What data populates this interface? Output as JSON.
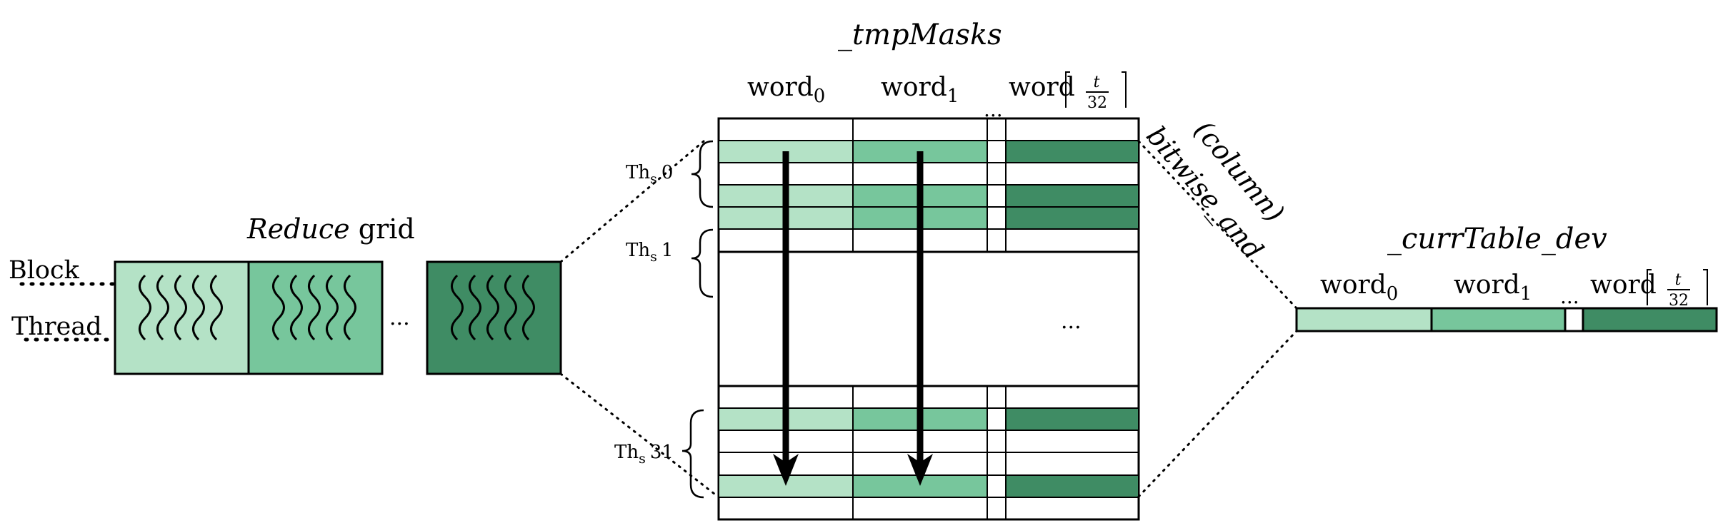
{
  "titles": {
    "tmp_masks": "_tmpMasks",
    "curr_table": "_currTable_dev",
    "reduce_italic": "Reduce",
    "reduce_rest": " grid"
  },
  "left_labels": {
    "block": "Block",
    "thread": "Thread"
  },
  "ellipsis": "...",
  "word_headers": {
    "word": "word",
    "sub0": "0",
    "sub1": "1",
    "frac_num": "t",
    "frac_den": "32"
  },
  "thread_labels": {
    "ths": "Th",
    "sub": "s",
    "t0": "0",
    "t1": "1",
    "t31": "31"
  },
  "operation": {
    "line1": "(column)",
    "line2": "bitwise_and"
  },
  "colors": {
    "word0": "#b4e2c6",
    "word1": "#77c69c",
    "word_last": "#3f8c64",
    "line": "#000000"
  }
}
